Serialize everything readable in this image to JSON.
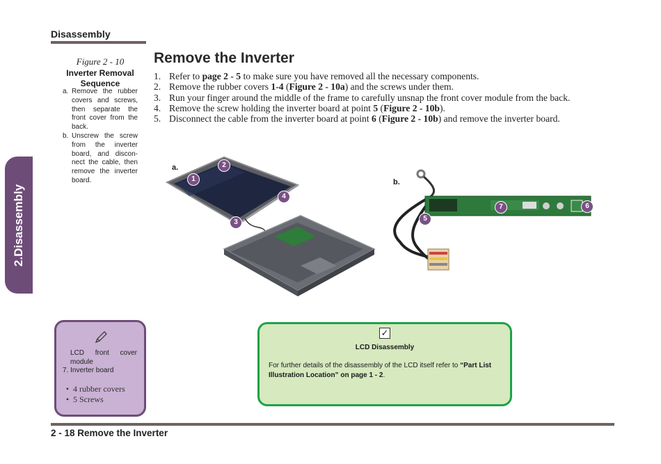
{
  "header": {
    "section": "Disassembly"
  },
  "side_tab": {
    "label": "2.Disassembly"
  },
  "figure": {
    "number": "Figure 2 - 10",
    "title": "Inverter Removal Sequence",
    "items": [
      {
        "letter": "a.",
        "text": "Remove the rubber covers and screws, then separate the front cover from the back."
      },
      {
        "letter": "b.",
        "text": "Unscrew the screw from the inverter board, and discon-nect the cable, then remove the inverter board."
      }
    ]
  },
  "main": {
    "title": "Remove the Inverter",
    "steps": [
      {
        "num": "1.",
        "pre": "Refer to ",
        "b1": "page 2 - 5",
        "mid": " to make sure you have removed all the necessary components.",
        "b2": "",
        "post": ""
      },
      {
        "num": "2.",
        "pre": "Remove the rubber covers ",
        "b1": "1-4",
        "mid": " (",
        "b2": "Figure 2 - 10a",
        "post": ") and the screws under them."
      },
      {
        "num": "3.",
        "pre": "Run your finger around the middle of the frame to carefully unsnap the front cover module from the back.",
        "b1": "",
        "mid": "",
        "b2": "",
        "post": ""
      },
      {
        "num": "4.",
        "pre": "Remove the screw holding the inverter board at point ",
        "b1": "5",
        "mid": " (",
        "b2": "Figure 2 - 10b",
        "post": ")."
      },
      {
        "num": "5.",
        "pre": "Disconnect the cable from the inverter board at point ",
        "b1": "6",
        "mid": " (",
        "b2": "Figure 2 - 10b",
        "post": ") and remove the inverter board."
      }
    ]
  },
  "figure_images": {
    "label_a": "a.",
    "label_b": "b.",
    "callouts": [
      "1",
      "2",
      "3",
      "4",
      "5",
      "6",
      "7"
    ]
  },
  "note_box": {
    "text_line1": "LCD front cover module",
    "text_line2": "7.  Inverter board",
    "bullets": [
      "4 rubber covers",
      "5 Screws"
    ]
  },
  "info_box": {
    "title": "LCD Disassembly",
    "body_pre": "For further details of the disassembly of the LCD itself refer to ",
    "body_bold": "“Part List Illustration Location” on page 1 - 2",
    "body_post": "."
  },
  "footer": {
    "text": "2  -  18  Remove the Inverter"
  },
  "colors": {
    "purple": "#6e4c78",
    "green": "#1fa249",
    "rule": "#6e6260"
  }
}
